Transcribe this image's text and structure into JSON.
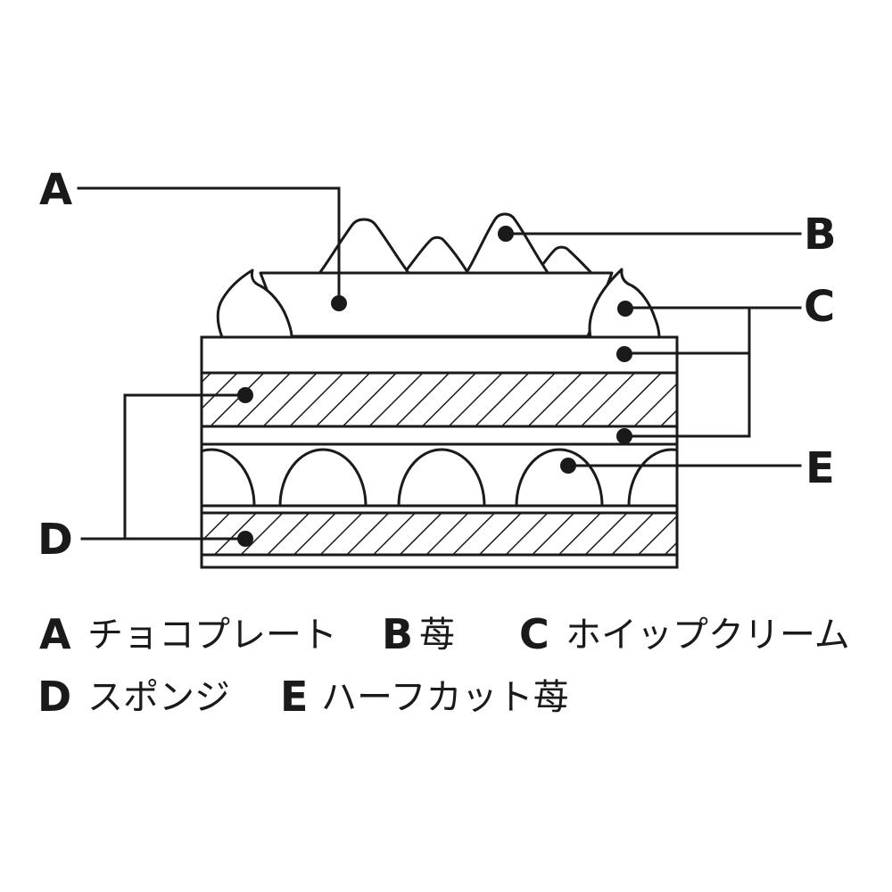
{
  "figure": {
    "kind": "labeled cross-section diagram of a strawberry shortcake slice",
    "colors": {
      "ink": "#1a1a1a",
      "background": "#ffffff"
    }
  },
  "callouts": {
    "a": "A",
    "b": "B",
    "c": "C",
    "d": "D",
    "e": "E"
  },
  "legend": {
    "entries": [
      {
        "key": "A",
        "label": "チョコプレート"
      },
      {
        "key": "B",
        "label": "苺"
      },
      {
        "key": "C",
        "label": "ホイップクリーム"
      },
      {
        "key": "D",
        "label": "スポンジ"
      },
      {
        "key": "E",
        "label": "ハーフカット苺"
      }
    ]
  }
}
